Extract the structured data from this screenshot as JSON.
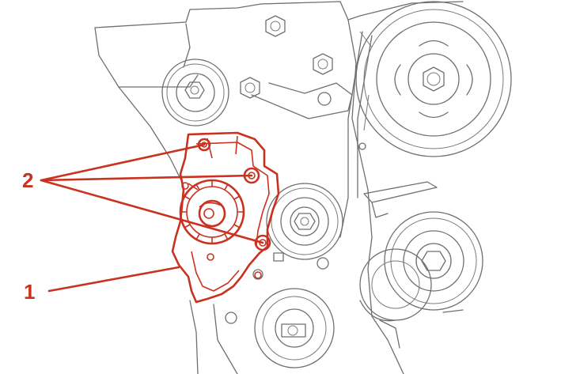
{
  "callouts": [
    {
      "id": "1",
      "label": "1"
    },
    {
      "id": "2",
      "label": "2"
    }
  ],
  "colors": {
    "highlight": "#c8321f",
    "linework": "#6f6f6f",
    "background": "#ffffff"
  }
}
